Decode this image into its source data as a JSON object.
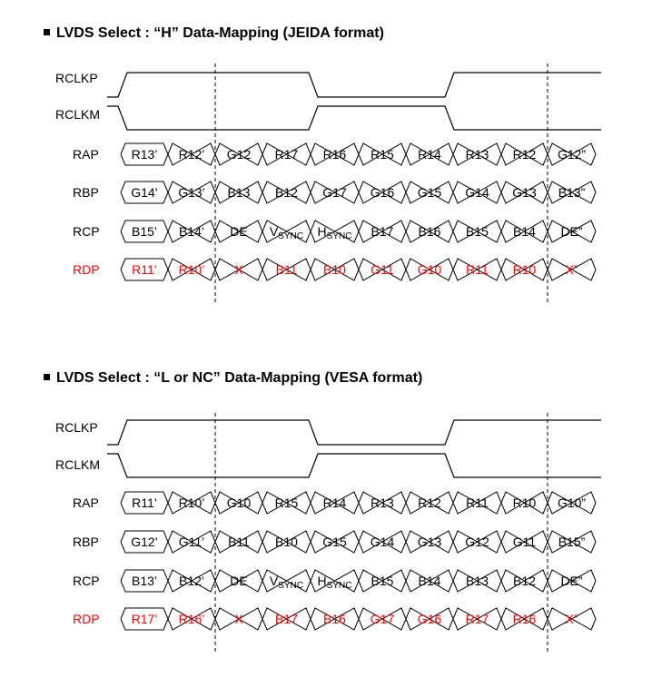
{
  "colors": {
    "text": "#000000",
    "highlight": "#ff0000",
    "line": "#000000"
  },
  "sections": [
    {
      "title": "LVDS Select : “H” Data-Mapping (JEIDA format)",
      "clocks": [
        {
          "name": "RCLKP"
        },
        {
          "name": "RCLKM"
        }
      ],
      "rows": [
        {
          "name": "RAP",
          "highlight": false,
          "cells": [
            [
              "R13’"
            ],
            [
              "R12’"
            ],
            [
              "G12"
            ],
            [
              "R17"
            ],
            [
              "R16"
            ],
            [
              "R15"
            ],
            [
              "R14"
            ],
            [
              "R13"
            ],
            [
              "R12"
            ],
            [
              "G12”"
            ]
          ]
        },
        {
          "name": "RBP",
          "highlight": false,
          "cells": [
            [
              "G14’"
            ],
            [
              "G13’"
            ],
            [
              "B13"
            ],
            [
              "B12"
            ],
            [
              "G17"
            ],
            [
              "G16"
            ],
            [
              "G15"
            ],
            [
              "G14"
            ],
            [
              "G13"
            ],
            [
              "B13”"
            ]
          ]
        },
        {
          "name": "RCP",
          "highlight": false,
          "cells": [
            [
              "B15’"
            ],
            [
              "B14’"
            ],
            [
              "DE"
            ],
            [
              "V",
              "SYNC"
            ],
            [
              "H",
              "SYNC"
            ],
            [
              "B17"
            ],
            [
              "B16"
            ],
            [
              "B15"
            ],
            [
              "B14"
            ],
            [
              "DE”"
            ]
          ]
        },
        {
          "name": "RDP",
          "highlight": true,
          "cells": [
            [
              "R11’"
            ],
            [
              "R10’"
            ],
            [
              "X"
            ],
            [
              "B11"
            ],
            [
              "B10"
            ],
            [
              "G11"
            ],
            [
              "G10"
            ],
            [
              "R11"
            ],
            [
              "R10"
            ],
            [
              "X”"
            ]
          ]
        }
      ]
    },
    {
      "title": "LVDS Select : “L or NC” Data-Mapping (VESA format)",
      "clocks": [
        {
          "name": "RCLKP"
        },
        {
          "name": "RCLKM"
        }
      ],
      "rows": [
        {
          "name": "RAP",
          "highlight": false,
          "cells": [
            [
              "R11’"
            ],
            [
              "R10’"
            ],
            [
              "G10"
            ],
            [
              "R15"
            ],
            [
              "R14"
            ],
            [
              "R13"
            ],
            [
              "R12"
            ],
            [
              "R11"
            ],
            [
              "R10"
            ],
            [
              "G10”"
            ]
          ]
        },
        {
          "name": "RBP",
          "highlight": false,
          "cells": [
            [
              "G12’"
            ],
            [
              "G11’"
            ],
            [
              "B11"
            ],
            [
              "B10"
            ],
            [
              "G15"
            ],
            [
              "G14"
            ],
            [
              "G13"
            ],
            [
              "G12"
            ],
            [
              "G11"
            ],
            [
              "B15”"
            ]
          ]
        },
        {
          "name": "RCP",
          "highlight": false,
          "cells": [
            [
              "B13’"
            ],
            [
              "B12’"
            ],
            [
              "DE"
            ],
            [
              "V",
              "SYNC"
            ],
            [
              "H",
              "SYNC"
            ],
            [
              "B15"
            ],
            [
              "B14"
            ],
            [
              "B13"
            ],
            [
              "B12"
            ],
            [
              "DE”"
            ]
          ]
        },
        {
          "name": "RDP",
          "highlight": true,
          "cells": [
            [
              "R17’"
            ],
            [
              "R16’"
            ],
            [
              "X"
            ],
            [
              "B17"
            ],
            [
              "B16"
            ],
            [
              "G17"
            ],
            [
              "G16"
            ],
            [
              "R17"
            ],
            [
              "R16"
            ],
            [
              "X”"
            ]
          ]
        }
      ]
    }
  ]
}
